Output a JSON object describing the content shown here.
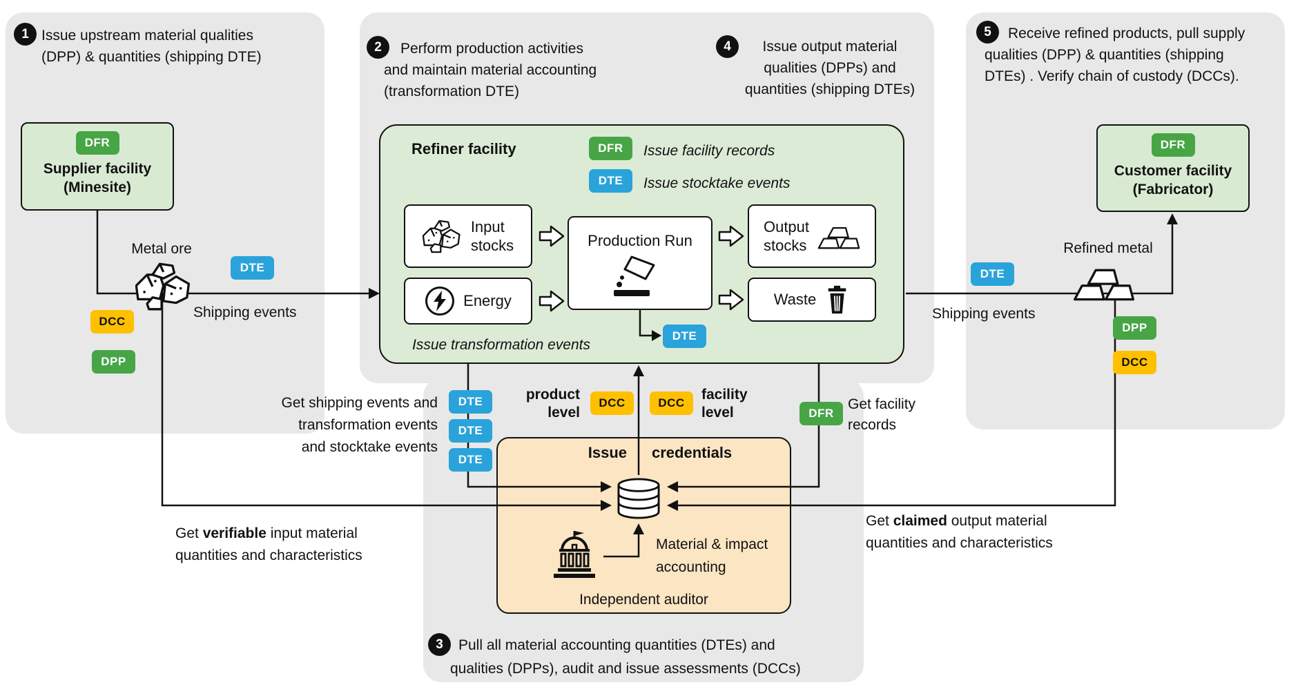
{
  "colors": {
    "dte_blue": "#2AA3DB",
    "dfr_dpp_green": "#47A546",
    "dcc_yellow": "#FFC000",
    "panel_gray": "#E8E8E8",
    "facility_green": "#D9EAD3",
    "auditor_orange": "#FBE5C3"
  },
  "steps": {
    "s1": {
      "num": "1",
      "text": "Issue upstream material qualities\n(DPP) & quantities (shipping DTE)"
    },
    "s2": {
      "num": "2",
      "text": "Perform production activities\nand maintain material accounting\n(transformation DTE)"
    },
    "s3": {
      "num": "3",
      "text": "Pull all material accounting quantities (DTEs) and\nqualities (DPPs), audit and issue assessments (DCCs)"
    },
    "s4": {
      "num": "4",
      "text": "Issue output material\nqualities (DPPs) and\nquantities (shipping DTEs)"
    },
    "s5": {
      "num": "5",
      "text": "Receive refined products, pull supply\nqualities (DPP) & quantities (shipping\nDTEs) . Verify chain of custody (DCCs)."
    }
  },
  "supplier": {
    "badge": "DFR",
    "title": "Supplier facility\n(Minesite)"
  },
  "customer": {
    "badge": "DFR",
    "title": "Customer facility\n(Fabricator)"
  },
  "refiner": {
    "title": "Refiner facility",
    "legend": [
      {
        "badge": "DFR",
        "label": "Issue facility records"
      },
      {
        "badge": "DTE",
        "label": "Issue stocktake events"
      }
    ],
    "input_box": "Input\nstocks",
    "energy_box": "Energy",
    "production_box": "Production Run",
    "output_box": "Output\nstocks",
    "waste_box": "Waste",
    "transformation_label": "Issue transformation  events",
    "transformation_badge": "DTE"
  },
  "left_flow": {
    "material": "Metal ore",
    "dte": "DTE",
    "shipping": "Shipping events",
    "dcc": "DCC",
    "dpp": "DPP"
  },
  "right_flow": {
    "material": "Refined metal",
    "dte": "DTE",
    "shipping": "Shipping events",
    "dpp": "DPP",
    "dcc": "DCC"
  },
  "exchange": {
    "get_events": "Get shipping events and\ntransformation events\nand stocktake events",
    "dte_stack": [
      "DTE",
      "DTE",
      "DTE"
    ],
    "product_level": "product\nlevel",
    "dcc_product": "DCC",
    "dcc_facility": "DCC",
    "facility_level": "facility\nlevel",
    "dfr": "DFR",
    "get_facility": "Get facility\nrecords"
  },
  "auditor": {
    "issue": "Issue",
    "credentials": "credentials",
    "accounting": "Material & impact\naccounting",
    "name": "Independent auditor"
  },
  "notes": {
    "verifiable": {
      "l1a": "Get ",
      "l1b": "verifiable",
      "l1c": " input material",
      "l2": "quantities and characteristics"
    },
    "claimed": {
      "l1a": "Get ",
      "l1b": "claimed",
      "l1c": " output material",
      "l2": "quantities and characteristics"
    }
  }
}
